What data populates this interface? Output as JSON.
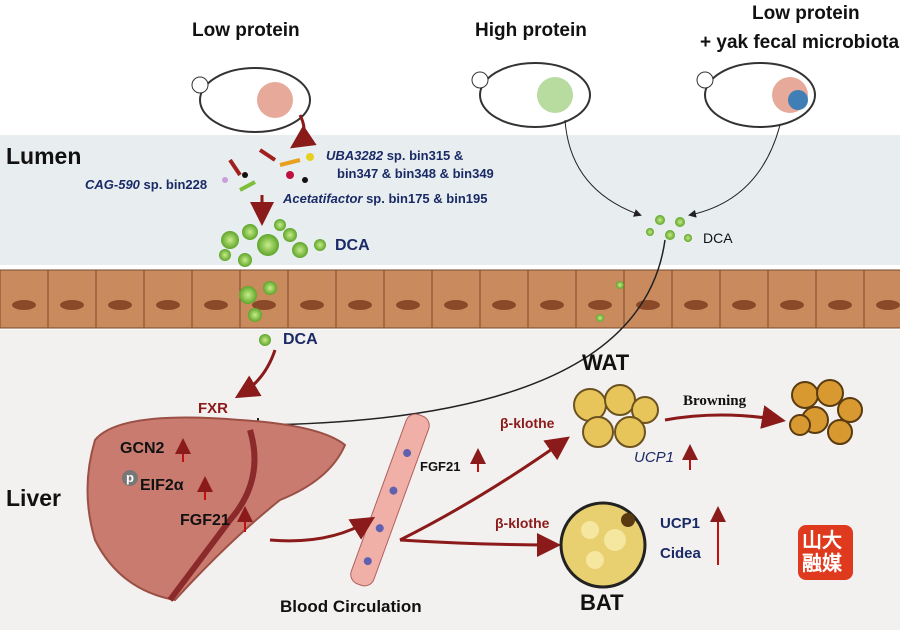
{
  "groups": {
    "low": "Low protein",
    "high": "High protein",
    "yak_1": "Low protein",
    "yak_2": "+ yak fecal microbiota"
  },
  "regions": {
    "lumen": "Lumen",
    "liver": "Liver",
    "blood": "Blood Circulation"
  },
  "bacteria": {
    "uba_italic": "UBA3282",
    "uba_rest": " sp. bin315 &",
    "uba_line2": "bin347 & bin348 & bin349",
    "cag_italic": "CAG-590",
    "cag_rest": " sp. bin228",
    "aceta_italic": "Acetatifactor",
    "aceta_rest": " sp. bin175 & bin195"
  },
  "metabolite": {
    "dca": "DCA"
  },
  "liver": {
    "fxr": "FXR",
    "gcn2": "GCN2",
    "p": "p",
    "eif2a": "EIF2α",
    "fgf21": "FGF21"
  },
  "blood": {
    "fgf21": "FGF21"
  },
  "wat": {
    "label": "WAT",
    "klothe": "β-klothe",
    "ucp1": "UCP1",
    "browning": "Browning"
  },
  "bat": {
    "label": "BAT",
    "klothe": "β-klothe",
    "ucp1": "UCP1",
    "cidea": "Cidea"
  },
  "logo": {
    "text": "山大融媒"
  },
  "colors": {
    "arrow": "#8b1a1a",
    "dca": "#7bbf3a",
    "cell": "#c98a5e",
    "liver": "#c97b6f",
    "fat": "#e8c55a"
  }
}
